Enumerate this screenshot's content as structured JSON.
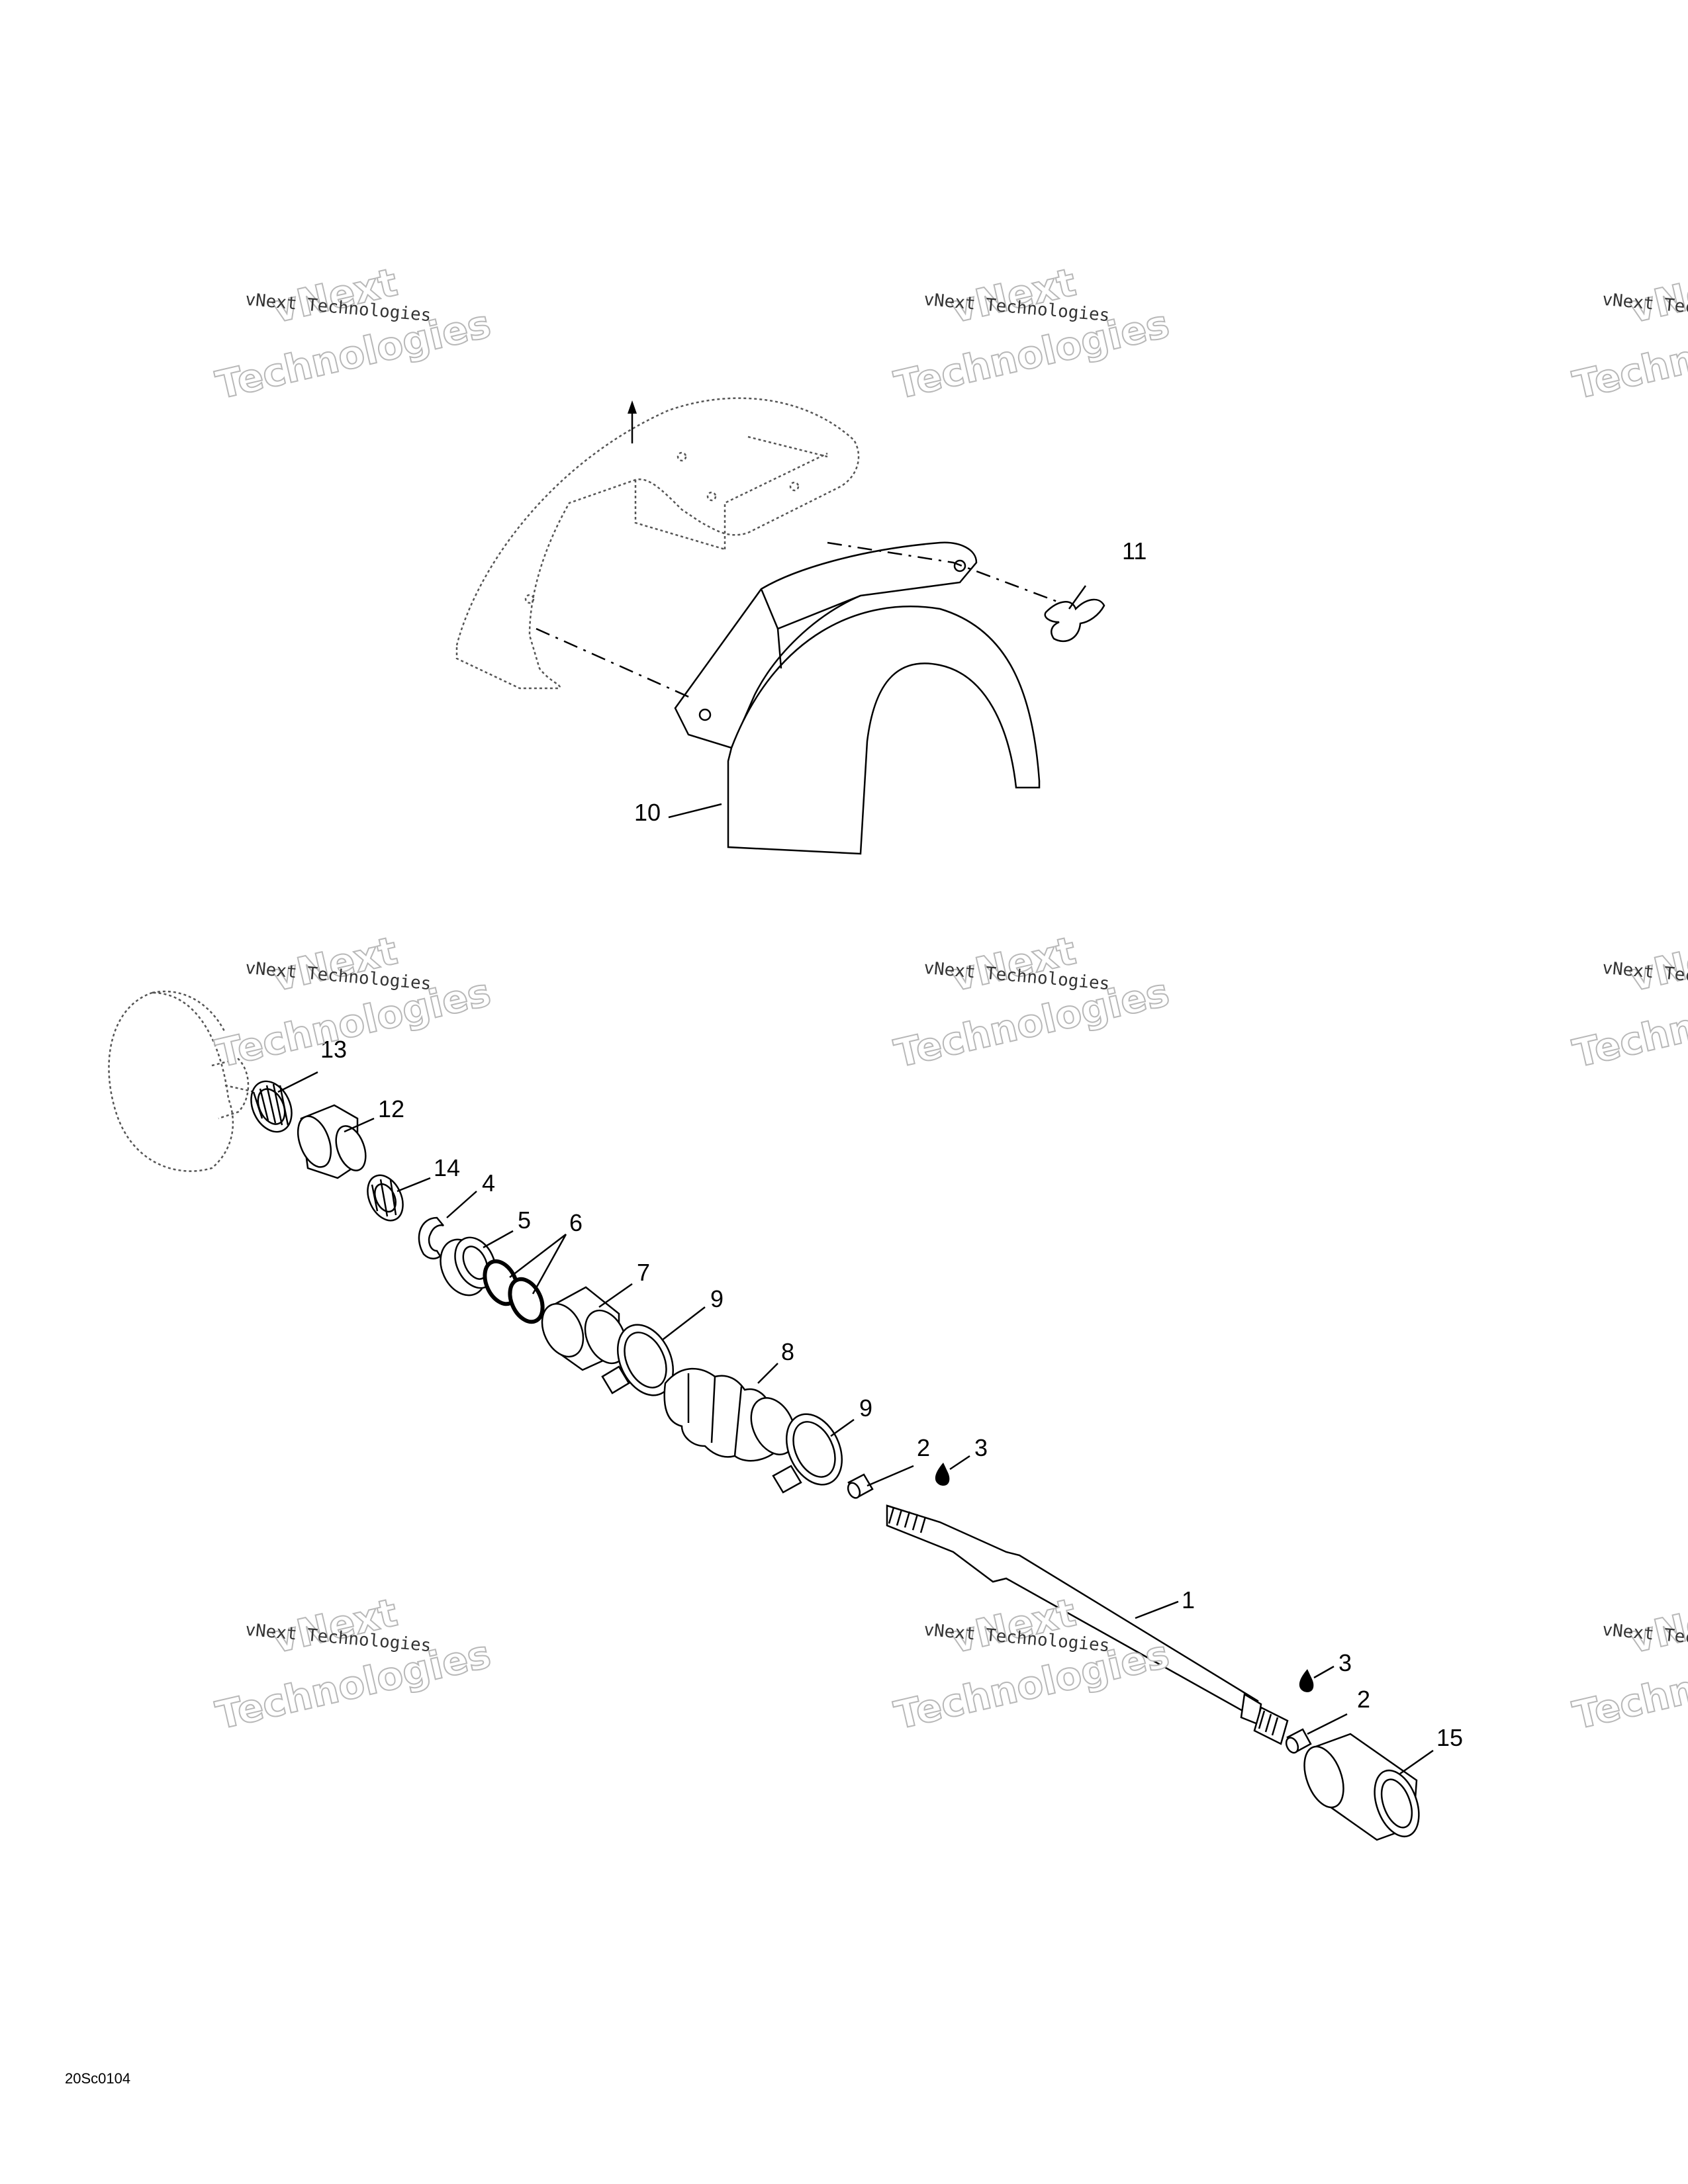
{
  "diagram_code": "20Sc0104",
  "watermark": {
    "brand_line": "vNext Technologies",
    "brand_top": "vNext",
    "brand_bottom": "Technologies"
  },
  "callouts": {
    "c1": "1",
    "c2a": "2",
    "c2b": "2",
    "c3a": "3",
    "c3b": "3",
    "c4": "4",
    "c5": "5",
    "c6": "6",
    "c7": "7",
    "c8": "8",
    "c9a": "9",
    "c9b": "9",
    "c10": "10",
    "c11": "11",
    "c12": "12",
    "c13": "13",
    "c14": "14",
    "c15": "15"
  }
}
